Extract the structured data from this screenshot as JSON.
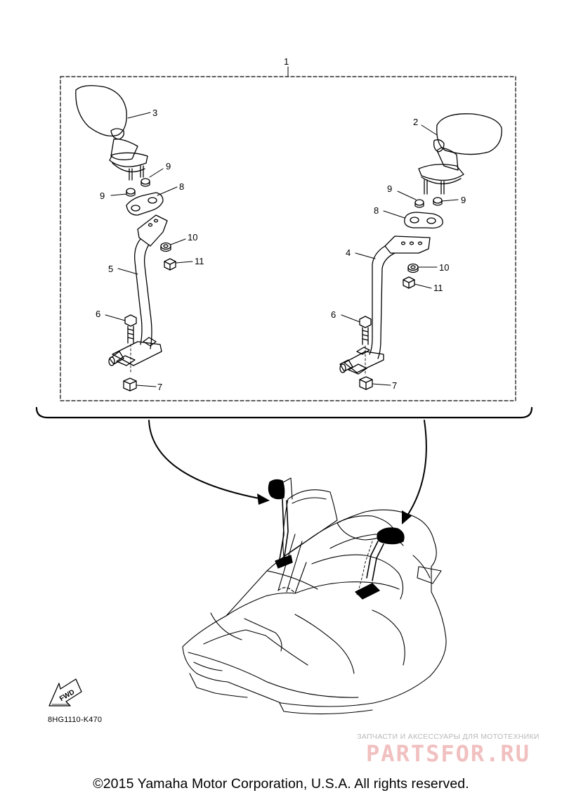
{
  "callouts": [
    "1",
    "2",
    "3",
    "4",
    "5",
    "6",
    "6",
    "7",
    "7",
    "8",
    "8",
    "9",
    "9",
    "9",
    "9",
    "10",
    "10",
    "11",
    "11"
  ],
  "fwd_label": "FWD",
  "diagram_code": "8HG1110-K470",
  "watermark": {
    "top_text": "ЗАПЧАСТИ И АКСЕССУАРЫ ДЛЯ МОТОТЕХНИКИ",
    "main_text": "PARTSFOR.RU"
  },
  "copyright": "©2015 Yamaha Motor Corporation, U.S.A. All rights reserved."
}
